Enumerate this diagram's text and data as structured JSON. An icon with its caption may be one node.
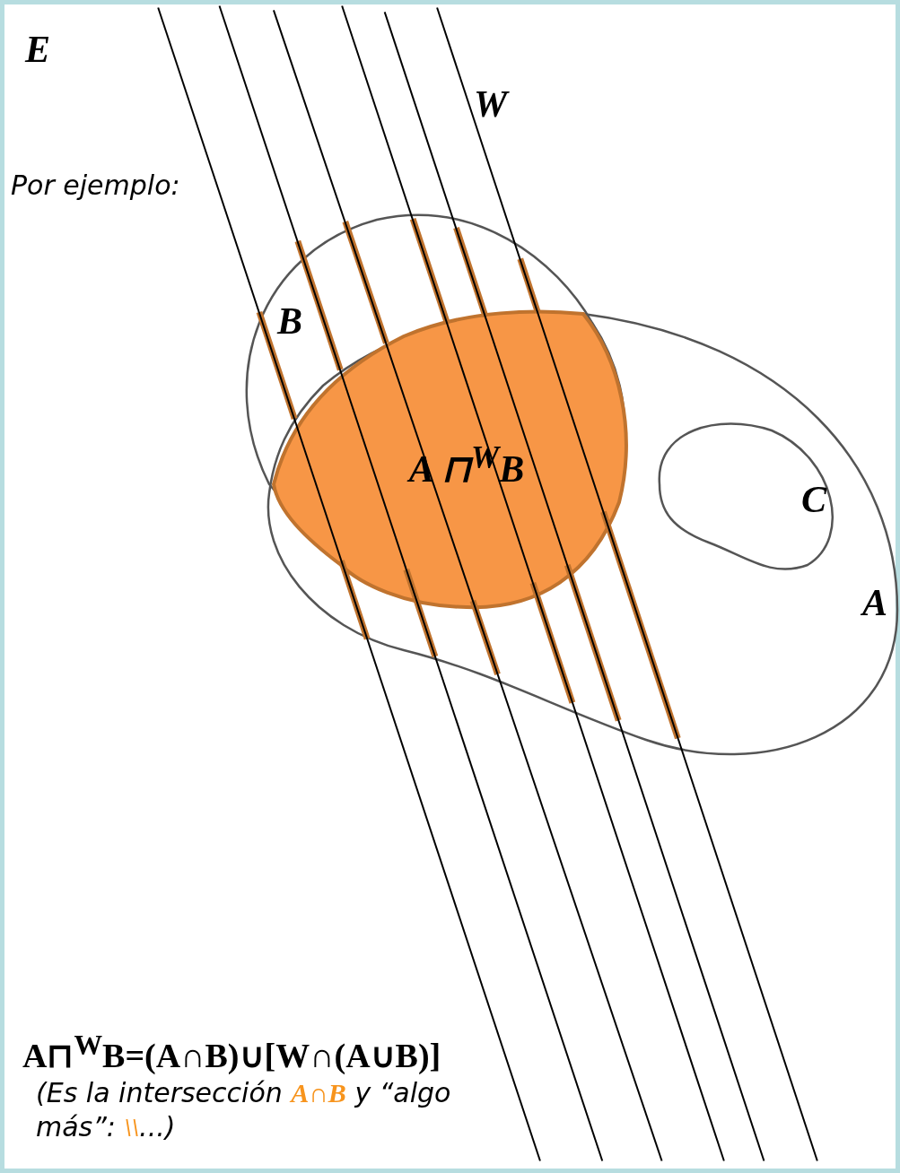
{
  "diagram": {
    "nodes": [
      {
        "text": [
          "E"
        ]
      },
      {
        "text": [
          "B"
        ],
        "in": 0
      },
      {
        "text": [
          "A"
        ],
        "in": 0
      },
      {
        "text": [
          "A ⊓$^{W}$B"
        ],
        "in": 2
      },
      {
        "text": [
          "C"
        ],
        "in": 2
      }
    ],
    "edges": [],
    "labels": [
      "W",
      "Por ejemplo:",
      "A⊓$^{W}$B=(A∩B)∪[W∩(A∪B)]",
      "(Es la intersección **A∩B** y “algo más”: **\\\\**...)"
    ]
  }
}
